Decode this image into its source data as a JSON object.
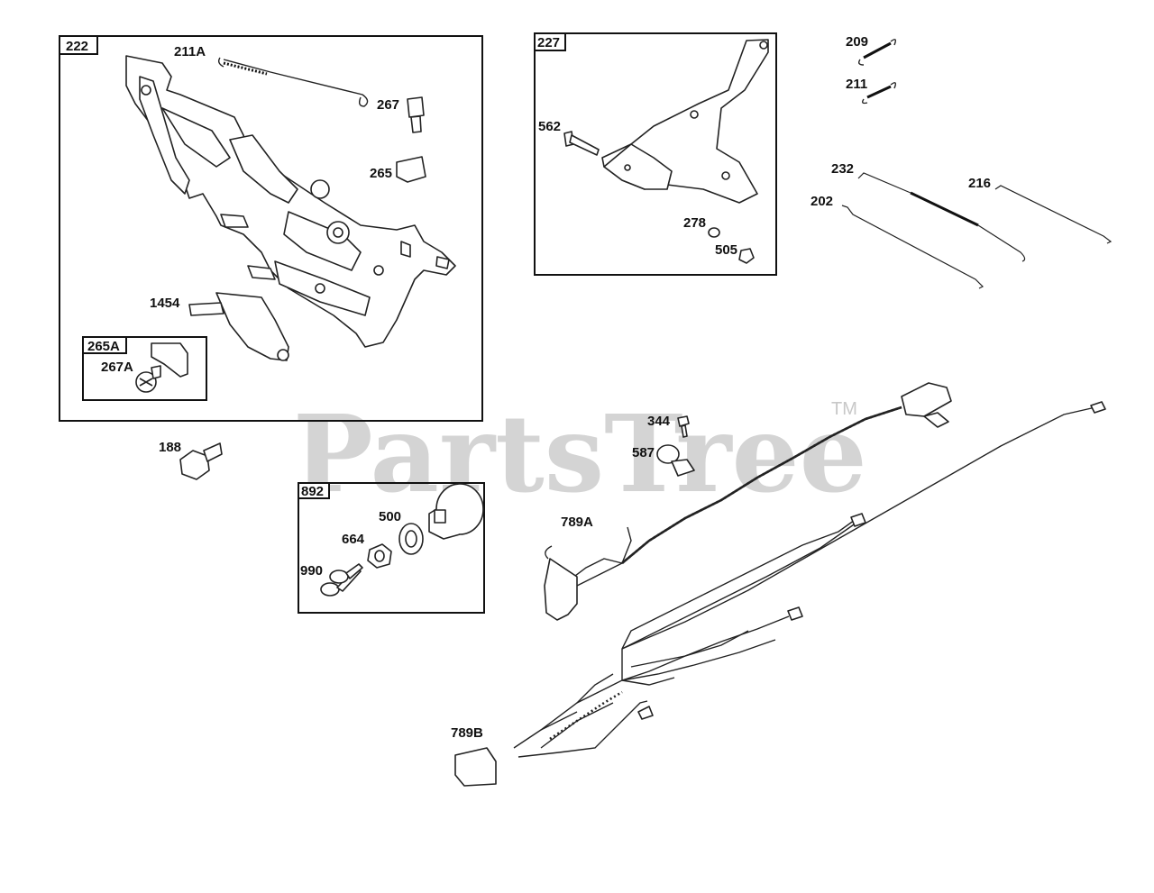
{
  "watermark": {
    "text": "PartsTree",
    "trademark": "TM"
  },
  "boxes": {
    "b222": "222",
    "b265A": "265A",
    "b227": "227",
    "b892": "892"
  },
  "labels": {
    "l211A": "211A",
    "l267": "267",
    "l265": "265",
    "l1454": "1454",
    "l267A": "267A",
    "l188": "188",
    "l562": "562",
    "l278": "278",
    "l505": "505",
    "l209": "209",
    "l211": "211",
    "l232": "232",
    "l216": "216",
    "l202": "202",
    "l344": "344",
    "l587": "587",
    "l789A": "789A",
    "l500": "500",
    "l664": "664",
    "l990": "990",
    "l789B": "789B"
  }
}
